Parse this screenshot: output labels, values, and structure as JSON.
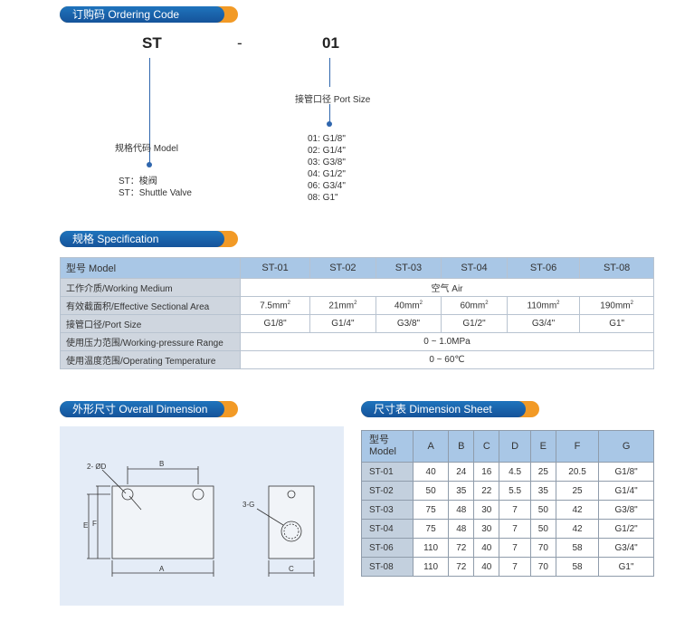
{
  "sections": {
    "ordering": "订购码 Ordering Code",
    "spec": "规格 Specification",
    "overall": "外形尺寸 Overall Dimension",
    "sheet": "尺寸表 Dimension Sheet"
  },
  "ordering_code": {
    "model_code": "ST",
    "dash": "-",
    "port_code": "01",
    "model_label": "规格代码 Model",
    "model_options": [
      "ST：梭阀",
      "ST：Shuttle Valve"
    ],
    "port_label": "接管口径 Port Size",
    "port_options": [
      "01: G1/8\"",
      "02: G1/4\"",
      "03: G3/8\"",
      "04: G1/2\"",
      "06: G3/4\"",
      "08: G1\""
    ]
  },
  "spec_table": {
    "header_label": "型号 Model",
    "models": [
      "ST-01",
      "ST-02",
      "ST-03",
      "ST-04",
      "ST-06",
      "ST-08"
    ],
    "medium_label": "工作介质/Working Medium",
    "medium_value": "空气  Air",
    "area_label": "有效截面积/Effective Sectional Area",
    "area_values": [
      "7.5mm",
      "21mm",
      "40mm",
      "60mm",
      "110mm",
      "190mm"
    ],
    "area_sup": "2",
    "port_label": "接管口径/Port Size",
    "port_values": [
      "G1/8\"",
      "G1/4\"",
      "G3/8\"",
      "G1/2\"",
      "G3/4\"",
      "G1\""
    ],
    "pressure_label": "使用压力范围/Working-pressure Range",
    "pressure_value": "0 ~ 1.0MPa",
    "temp_label": "使用温度范围/Operating Temperature",
    "temp_value": "0 ~ 60℃"
  },
  "drawing_labels": {
    "hole": "2- ØD",
    "b": "B",
    "e": "E",
    "f": "F",
    "a": "A",
    "port": "3-G",
    "c": "C"
  },
  "dimension_sheet": {
    "model_label_cn": "型号",
    "model_label_en": "Model",
    "columns": [
      "A",
      "B",
      "C",
      "D",
      "E",
      "F",
      "G"
    ],
    "rows": [
      {
        "model": "ST-01",
        "values": [
          "40",
          "24",
          "16",
          "4.5",
          "25",
          "20.5",
          "G1/8\""
        ]
      },
      {
        "model": "ST-02",
        "values": [
          "50",
          "35",
          "22",
          "5.5",
          "35",
          "25",
          "G1/4\""
        ]
      },
      {
        "model": "ST-03",
        "values": [
          "75",
          "48",
          "30",
          "7",
          "50",
          "42",
          "G3/8\""
        ]
      },
      {
        "model": "ST-04",
        "values": [
          "75",
          "48",
          "30",
          "7",
          "50",
          "42",
          "G1/2\""
        ]
      },
      {
        "model": "ST-06",
        "values": [
          "110",
          "72",
          "40",
          "7",
          "70",
          "58",
          "G3/4\""
        ]
      },
      {
        "model": "ST-08",
        "values": [
          "110",
          "72",
          "40",
          "7",
          "70",
          "58",
          "G1\""
        ]
      }
    ]
  },
  "colors": {
    "blue": "#1f74bd",
    "orange": "#f29a26",
    "header_blue": "#a9c7e6",
    "label_gray": "#cfd6df",
    "drawing_bg": "#e4ecf7"
  }
}
